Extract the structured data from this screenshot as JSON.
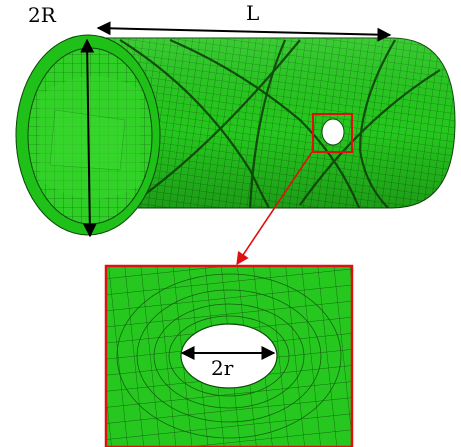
{
  "labels": {
    "diameter": "2R",
    "length": "L",
    "hole_diameter": "2r"
  },
  "colors": {
    "mesh_fill": "#22c61c",
    "mesh_fill_light": "#4cdc40",
    "mesh_fill_dark": "#1a9a14",
    "mesh_line": "#0d4a0a",
    "highlight_box": "#e01010",
    "dimension_line": "#000000",
    "hole": "#ffffff"
  },
  "icons": {
    "arrow_head": "arrowhead-icon"
  }
}
